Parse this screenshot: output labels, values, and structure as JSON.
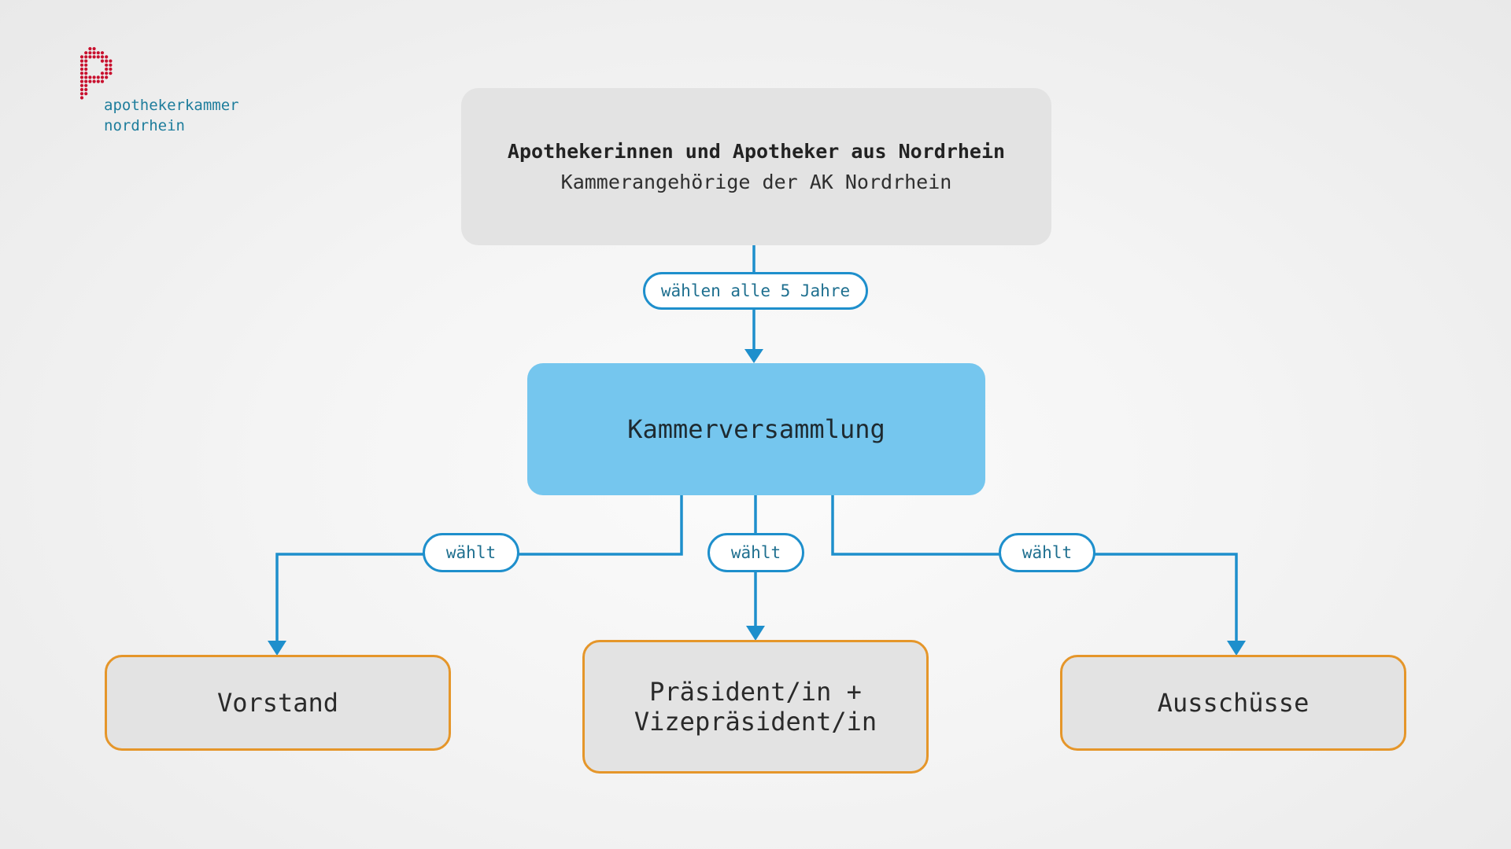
{
  "logo": {
    "line1": "apothekerkammer",
    "line2": "nordrhein",
    "icon": "pharmacy-p-dotted-logo",
    "color": "#c8102e"
  },
  "top_box": {
    "title": "Apothekerinnen und Apotheker aus Nordrhein",
    "subtitle": "Kammerangehörige der AK Nordrhein"
  },
  "top_label": "wählen alle 5 Jahre",
  "middle_box": {
    "label": "Kammerversammlung",
    "color": "#75c6ee"
  },
  "branch_labels": {
    "left": "wählt",
    "center": "wählt",
    "right": "wählt"
  },
  "bottom_boxes": {
    "left": "Vorstand",
    "center_line1": "Präsident/in +",
    "center_line2": "Vizepräsident/in",
    "right": "Ausschüsse"
  },
  "colors": {
    "connector": "#1e8fcc",
    "bottom_border": "#e5962a",
    "box_fill": "#e3e3e3"
  }
}
